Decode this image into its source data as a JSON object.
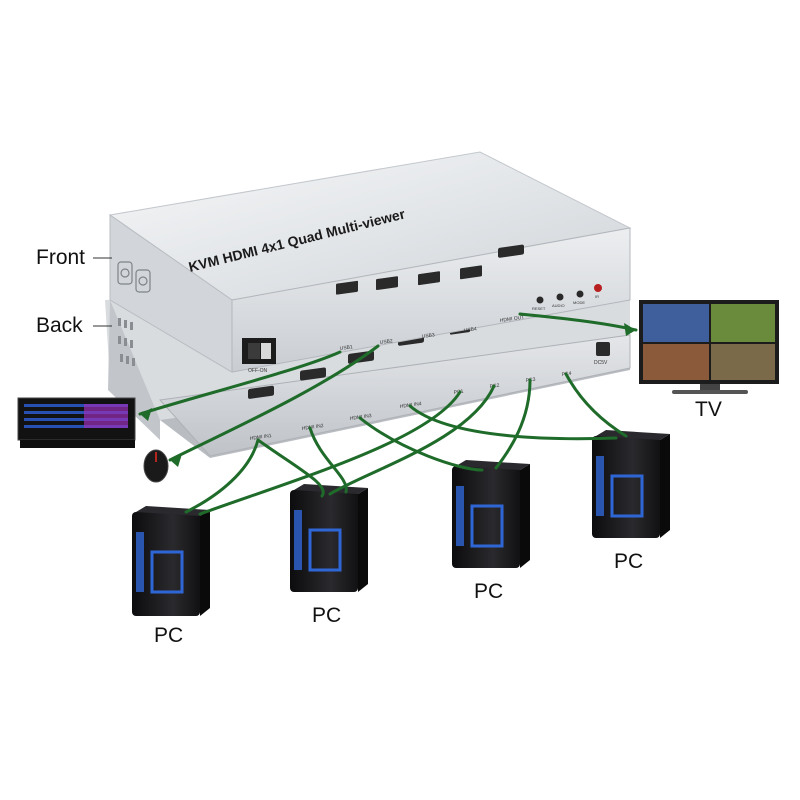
{
  "labels": {
    "front": "Front",
    "back": "Back",
    "tv": "TV",
    "pc": [
      "PC",
      "PC",
      "PC",
      "PC"
    ]
  },
  "device": {
    "title": "KVM  HDMI 4x1 Quad Multi-viewer",
    "power_switch": "OFF-ON",
    "front_usb_ports": [
      "USB1",
      "USB2",
      "USB3",
      "USB4"
    ],
    "hdmi_out_front": "HDMI OUT",
    "front_buttons": [
      "RESET",
      "AUDIO",
      "MODE",
      "IR"
    ],
    "back_hdmi_inputs": [
      "HDMI IN1",
      "HDMI IN2",
      "HDMI IN3",
      "HDMI IN4"
    ],
    "back_pc_usb": [
      "PC1",
      "PC2",
      "PC3",
      "PC4"
    ],
    "dc_input": "DC5V"
  },
  "colors": {
    "cable": "#1f6b2a",
    "device_body": "#e8eaec",
    "device_dark": "#b8bcc2",
    "port": "#2a2a2a",
    "pc_body": "#1a1a1c",
    "pc_accent": "#2f66d6",
    "tv_frame": "#2b2b2b"
  }
}
